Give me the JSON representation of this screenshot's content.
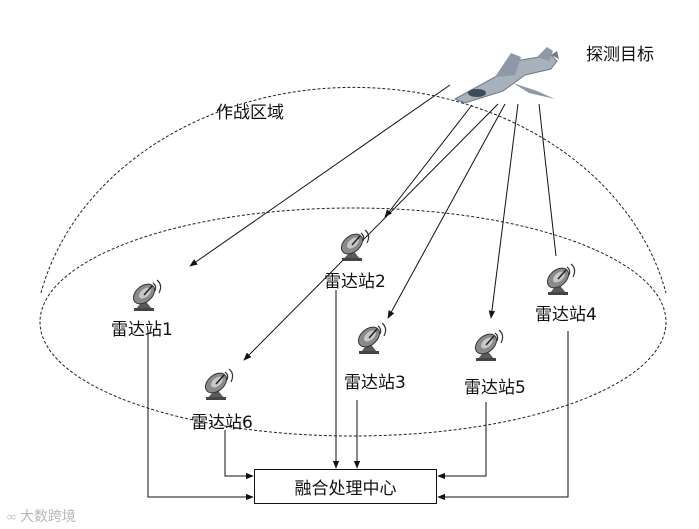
{
  "labels": {
    "target": "探测目标",
    "region": "作战区域",
    "fusion_center": "融合处理中心"
  },
  "stations": [
    {
      "name": "雷达站1"
    },
    {
      "name": "雷达站2"
    },
    {
      "name": "雷达站3"
    },
    {
      "name": "雷达站4"
    },
    {
      "name": "雷达站5"
    },
    {
      "name": "雷达站6"
    }
  ],
  "watermark": {
    "text": "大数跨境",
    "icon": "infinity-icon"
  },
  "colors": {
    "line": "#111111",
    "dish": "#6a6a6a",
    "jet": "#9aa6b3"
  }
}
